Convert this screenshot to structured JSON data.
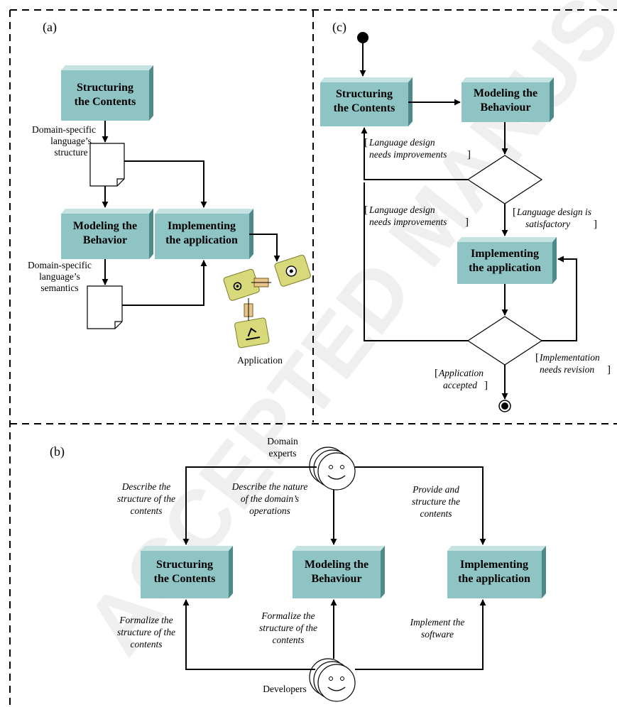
{
  "watermark": "ACCEPTED MANUSCRIPT",
  "panel_a": {
    "label": "(a)",
    "box_structuring": [
      "Structuring",
      "the Contents"
    ],
    "box_modeling": [
      "Modeling the",
      "Behavior"
    ],
    "box_implementing": [
      "Implementing",
      "the application"
    ],
    "doc1_label": [
      "Domain-specific",
      "language’s",
      "structure"
    ],
    "doc2_label": [
      "Domain-specific",
      "language’s",
      "semantics"
    ],
    "app_label": "Application"
  },
  "panel_c": {
    "label": "(c)",
    "box_structuring": [
      "Structuring",
      "the Contents"
    ],
    "box_modeling": [
      "Modeling the",
      "Behaviour"
    ],
    "box_implementing": [
      "Implementing",
      "the application"
    ],
    "guard1": [
      "Language design",
      "needs improvements"
    ],
    "guard2": [
      "Language design",
      "needs improvements"
    ],
    "guard3": [
      "Language design is",
      "satisfactory"
    ],
    "guard4": [
      "Implementation",
      "needs revision"
    ],
    "guard5": [
      "Application",
      "accepted"
    ]
  },
  "panel_b": {
    "label": "(b)",
    "actor_top": [
      "Domain",
      "experts"
    ],
    "actor_bottom": "Developers",
    "box_structuring": [
      "Structuring",
      "the Contents"
    ],
    "box_modeling": [
      "Modeling the",
      "Behaviour"
    ],
    "box_implementing": [
      "Implementing",
      "the application"
    ],
    "top_left": [
      "Describe the",
      "structure of the",
      "contents"
    ],
    "top_mid": [
      "Describe the nature",
      "of the domain’s",
      "operations"
    ],
    "top_right": [
      "Provide and",
      "structure  the",
      "contents"
    ],
    "bot_left": [
      "Formalize the",
      "structure of the",
      "contents"
    ],
    "bot_mid": [
      "Formalize the",
      "structure of the",
      "contents"
    ],
    "bot_right": [
      "Implement the",
      "software"
    ]
  }
}
